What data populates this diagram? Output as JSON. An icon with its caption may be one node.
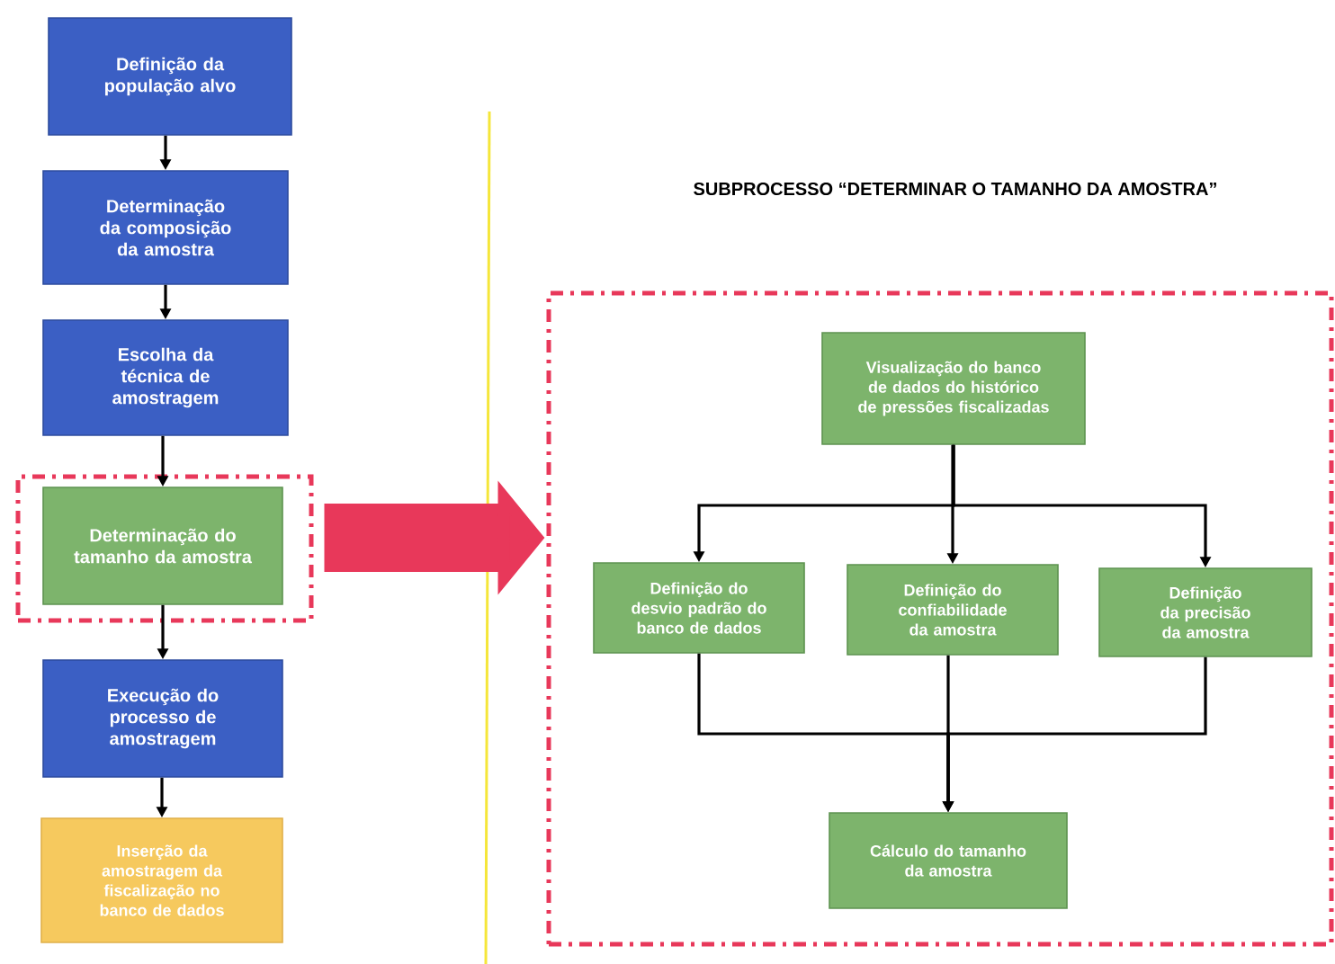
{
  "diagram": {
    "title": "SUBPROCESSO “DETERMINAR O TAMANHO DA AMOSTRA”",
    "nodes": [
      {
        "text": [
          "Definição da população alvo"
        ]
      },
      {
        "text": [
          "Determinação da composição da amostra"
        ]
      },
      {
        "text": [
          "Escolha da técnica de amostragem"
        ]
      },
      {
        "text": [],
        "shape": "box"
      },
      {
        "text": [
          "Determinação do tamanho da amostra"
        ],
        "in": 3
      },
      {
        "text": [
          "Execução do processo de amostragem"
        ]
      },
      {
        "text": [
          "Inserção da amostragem da fiscalização no banco de dados"
        ]
      },
      {
        "text": [],
        "shape": "box"
      },
      {
        "text": [
          "Visualização do banco de dados do histórico de pressões fiscalizadas"
        ],
        "in": 7
      },
      {
        "text": [
          "Definição do desvio padrão do banco de dados"
        ],
        "in": 7
      },
      {
        "text": [
          "Definição do confiabilidade da amostra"
        ],
        "in": 7
      },
      {
        "text": [
          "Definição da precisão da amostra"
        ],
        "in": 7
      },
      {
        "text": [
          "Cálculo do tamanho da amostra"
        ],
        "in": 7
      }
    ],
    "edges": [
      {
        "from": 0,
        "to": 1,
        "arrow": "to"
      },
      {
        "from": 1,
        "to": 2,
        "arrow": "to"
      },
      {
        "from": 2,
        "to": 4,
        "arrow": "to"
      },
      {
        "from": 4,
        "to": 5,
        "arrow": "to"
      },
      {
        "from": 5,
        "to": 6,
        "arrow": "to"
      },
      {
        "from": 3,
        "to": 7,
        "arrow": "to",
        "style": "thick",
        "color": "#e8385a"
      },
      {
        "from": 8,
        "to": 9,
        "arrow": "to"
      },
      {
        "from": 8,
        "to": 10,
        "arrow": "to"
      },
      {
        "from": 8,
        "to": 11,
        "arrow": "to"
      },
      {
        "from": 9,
        "to": 12,
        "arrow": "to"
      },
      {
        "from": 10,
        "to": 12,
        "arrow": "to"
      },
      {
        "from": 11,
        "to": 12,
        "arrow": "to"
      }
    ]
  }
}
